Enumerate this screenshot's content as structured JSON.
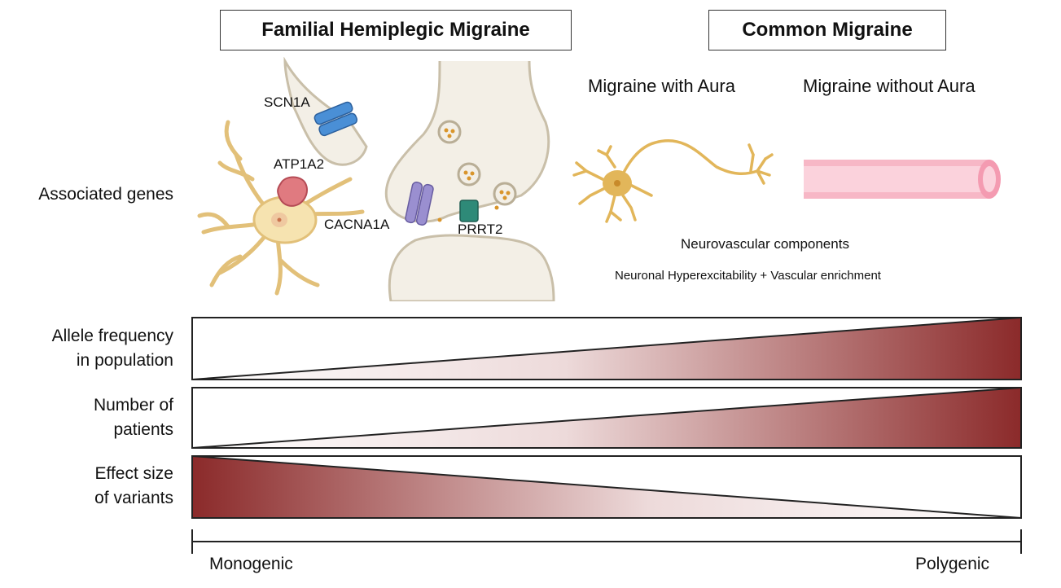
{
  "headers": {
    "fhm": "Familial Hemiplegic Migraine",
    "common": "Common Migraine"
  },
  "sub_headings": {
    "with_aura": "Migraine with Aura",
    "without_aura": "Migraine without Aura"
  },
  "genes": {
    "scn1a": "SCN1A",
    "atp1a2": "ATP1A2",
    "cacna1a": "CACNA1A",
    "prrt2": "PRRT2"
  },
  "neurovascular": {
    "title": "Neurovascular components",
    "subtitle": "Neuronal Hyperexcitability + Vascular enrichment"
  },
  "row_labels": {
    "associated_genes": "Associated genes",
    "allele_line1": "Allele frequency",
    "allele_line2": "in population",
    "patients_line1": "Number of",
    "patients_line2": "patients",
    "effect_line1": "Effect size",
    "effect_line2": "of variants"
  },
  "axis": {
    "left": "Monogenic",
    "right": "Polygenic"
  },
  "colors": {
    "gradient_dark": "#8b2a2a",
    "gradient_light": "#ffffff",
    "neuron": "#e2b65a",
    "glia": "#f6e3b0",
    "synapse": "#f3efe6",
    "vessel": "#f7b7c6",
    "scn1a": "#4a8fd6",
    "atp1a2": "#e07a80",
    "cacna1a": "#9a8fd0",
    "prrt2": "#2e8a78"
  }
}
